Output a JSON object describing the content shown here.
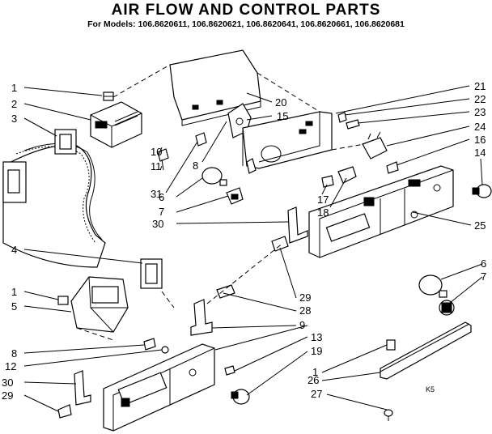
{
  "title": "AIR FLOW AND CONTROL PARTS",
  "subtitle": "For Models: 106.8620611, 106.8620621, 106.8620641, 106.8620661, 106.8620681",
  "stamp": "K5",
  "callouts": [
    {
      "id": "c1a",
      "label": "1"
    },
    {
      "id": "c2",
      "label": "2"
    },
    {
      "id": "c3",
      "label": "3"
    },
    {
      "id": "c10",
      "label": "10"
    },
    {
      "id": "c11",
      "label": "11"
    },
    {
      "id": "c31",
      "label": "31"
    },
    {
      "id": "c8a",
      "label": "8"
    },
    {
      "id": "c6a",
      "label": "6"
    },
    {
      "id": "c7a",
      "label": "7"
    },
    {
      "id": "c30a",
      "label": "30"
    },
    {
      "id": "c20",
      "label": "20"
    },
    {
      "id": "c15",
      "label": "15"
    },
    {
      "id": "c21",
      "label": "21"
    },
    {
      "id": "c22",
      "label": "22"
    },
    {
      "id": "c23",
      "label": "23"
    },
    {
      "id": "c24",
      "label": "24"
    },
    {
      "id": "c16",
      "label": "16"
    },
    {
      "id": "c14",
      "label": "14"
    },
    {
      "id": "c17",
      "label": "17"
    },
    {
      "id": "c18",
      "label": "18"
    },
    {
      "id": "c25",
      "label": "25"
    },
    {
      "id": "c6b",
      "label": "6"
    },
    {
      "id": "c7b",
      "label": "7"
    },
    {
      "id": "c4",
      "label": "4"
    },
    {
      "id": "c1b",
      "label": "1"
    },
    {
      "id": "c5",
      "label": "5"
    },
    {
      "id": "c8b",
      "label": "8"
    },
    {
      "id": "c12",
      "label": "12"
    },
    {
      "id": "c30b",
      "label": "30"
    },
    {
      "id": "c29a",
      "label": "29"
    },
    {
      "id": "c29b",
      "label": "29"
    },
    {
      "id": "c28",
      "label": "28"
    },
    {
      "id": "c9",
      "label": "9"
    },
    {
      "id": "c13",
      "label": "13"
    },
    {
      "id": "c19",
      "label": "19"
    },
    {
      "id": "c1c",
      "label": "1"
    },
    {
      "id": "c26",
      "label": "26"
    },
    {
      "id": "c27",
      "label": "27"
    }
  ]
}
